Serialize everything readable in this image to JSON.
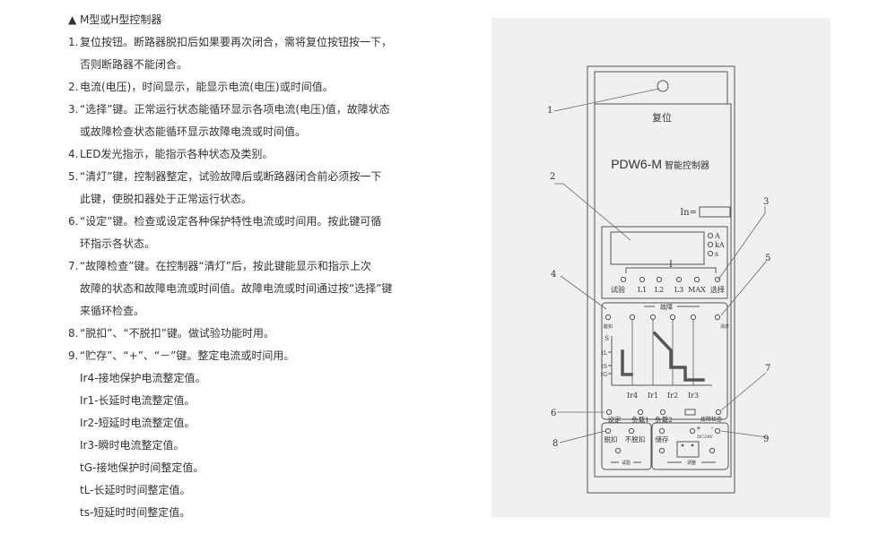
{
  "description": {
    "heading": "▲ M型或H型控制器",
    "items": [
      {
        "num": "1.",
        "lines": [
          "复位按钮。断路器脱扣后如果要再次闭合，需将复位按钮按一下，",
          "否则断路器不能闭合。"
        ]
      },
      {
        "num": "2.",
        "lines": [
          "电流(电压)，时间显示，能显示电流(电压)或时间值。"
        ]
      },
      {
        "num": "3.",
        "lines": [
          "“选择”键。正常运行状态能循环显示各项电流(电压)值，故障状态",
          "或故障检查状态能循环显示故障电流或时间值。"
        ]
      },
      {
        "num": "4.",
        "lines": [
          "LED发光指示，能指示各种状态及类别。"
        ]
      },
      {
        "num": "5.",
        "lines": [
          "“清灯”键，控制器整定，试验故障后或断路器闭合前必须按一下",
          "此键，使脱扣器处于正常运行状态。"
        ]
      },
      {
        "num": "6.",
        "lines": [
          "“设定”键。检查或设定各种保护特性电流或时间用。按此键可循",
          "环指示各状态。"
        ]
      },
      {
        "num": "7.",
        "lines": [
          "“故障检查”键。在控制器“清灯”后，按此键能显示和指示上次",
          "故障的状态和故障电流或时间值。故障电流或时间通过按“选择”键",
          "来循环检查。"
        ]
      },
      {
        "num": "8.",
        "lines": [
          "“脱扣”、“不脱扣”键。做试验功能时用。"
        ]
      },
      {
        "num": "9.",
        "lines": [
          "“贮存”、“+”、“－”键。整定电流或时间用。"
        ]
      }
    ],
    "params": [
      "Ir4-接地保护电流整定值。",
      "Ir1-长延时电流整定值。",
      "Ir2-短延时电流整定值。",
      "Ir3-瞬时电流整定值。",
      "tG-接地保护时间整定值。",
      "tL-长延时时间整定值。",
      "ts-短延时时间整定值。"
    ]
  },
  "diagram": {
    "callouts": [
      "1",
      "2",
      "3",
      "4",
      "5",
      "6",
      "7",
      "8",
      "9"
    ],
    "reset_label": "复位",
    "model": "PDW6-M",
    "model_suffix": "智能控制器",
    "in_label": "In=",
    "units": [
      "A",
      "kA",
      "s"
    ],
    "i_label": "I",
    "row1": [
      "试验",
      "L1",
      "L2",
      "L3",
      "MAX",
      "选择"
    ],
    "fault_label": "故障",
    "left_indicator": "脱扣",
    "right_indicator": "清灯",
    "time_axis": [
      "S",
      "tL",
      "tS",
      "tG"
    ],
    "current_axis": [
      "Ir4",
      "Ir1",
      "Ir2",
      "Ir3"
    ],
    "row2": [
      "设定",
      "负载1",
      "负载2",
      "故障检查"
    ],
    "row3": [
      "脱扣",
      "不脱扣",
      "储存",
      "+",
      "-",
      "DC24V"
    ],
    "test_label": "试验",
    "adjust_label": "调整"
  }
}
